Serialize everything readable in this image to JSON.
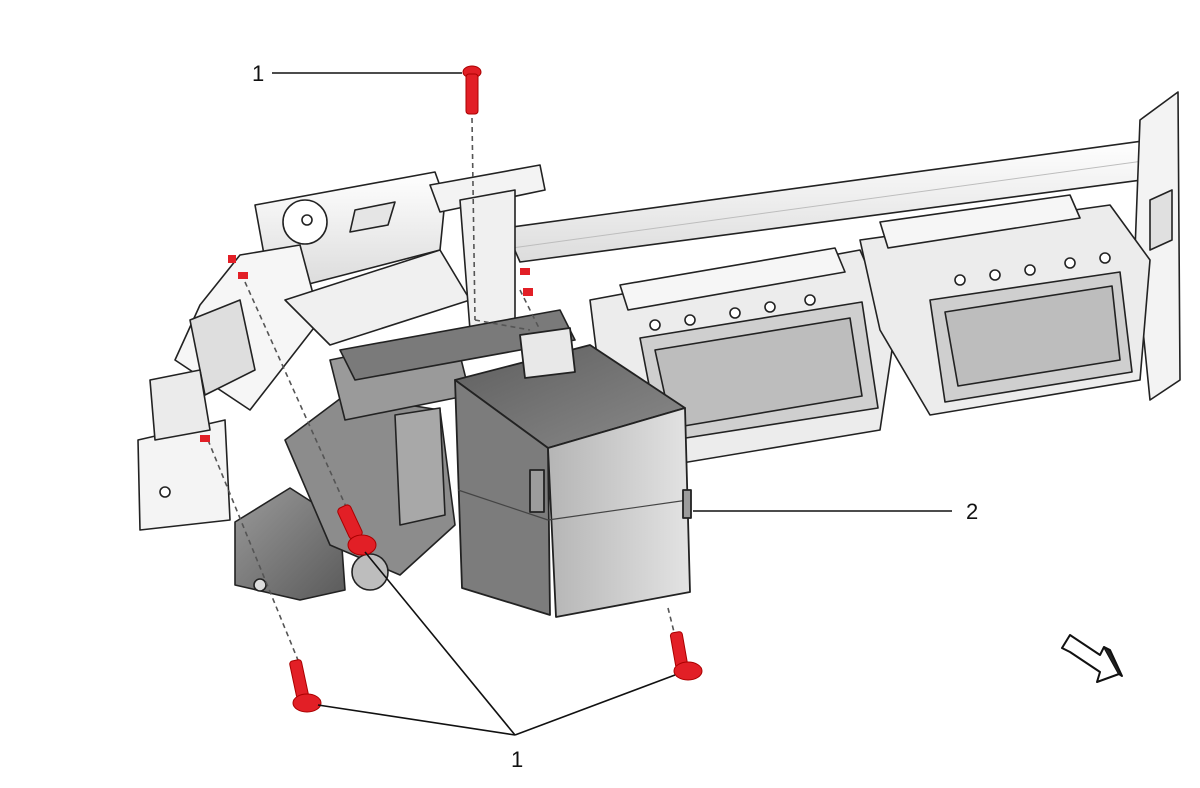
{
  "callouts": {
    "fastener_top": "1",
    "module": "2",
    "fastener_group": "1"
  },
  "colors": {
    "fastener": "#e21f26",
    "module_body": "#c9c9c9",
    "module_dark": "#6f6f6f",
    "frame": "#f1f1f1",
    "outline": "#222222",
    "leader": "#111111"
  },
  "icons": {
    "direction": "front-direction-arrow-icon"
  }
}
